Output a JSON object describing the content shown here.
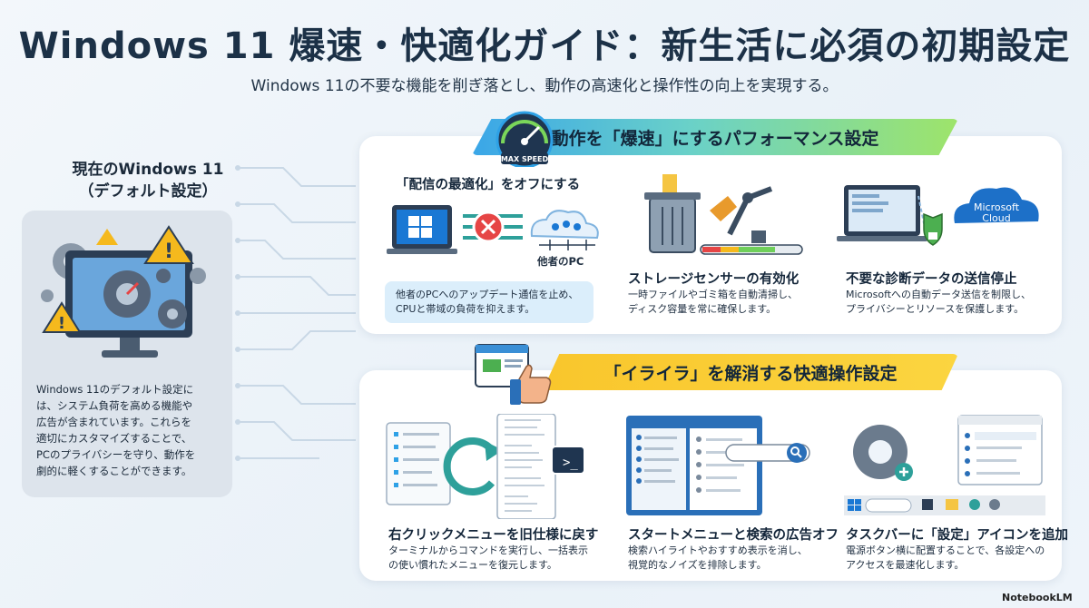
{
  "header": {
    "title": "Windows 11 爆速・快適化ガイド：新生活に必須の初期設定",
    "subtitle": "Windows 11の不要な機能を削ぎ落とし、動作の高速化と操作性の向上を実現する。"
  },
  "left": {
    "heading_line1": "現在のWindows 11",
    "heading_line2": "（デフォルト設定）",
    "desc_lines": [
      "Windows 11のデフォルト設定に",
      "は、システム負荷を高める機能や",
      "広告が含まれています。これらを",
      "適切にカスタマイズすることで、",
      "PCのプライバシーを守り、動作を",
      "劇的に軽くすることができます。"
    ]
  },
  "performance": {
    "banner": "動作を「爆速」にするパフォーマンス設定",
    "gauge_label": "MAX SPEED",
    "items": [
      {
        "title": "「配信の最適化」をオフにする",
        "other_pc_label": "他者のPC",
        "desc_lines": [
          "他者のPCへのアップデート通信を止め、",
          "CPUと帯域の負荷を抑えます。"
        ]
      },
      {
        "title": "ストレージセンサーの有効化",
        "desc_lines": [
          "一時ファイルやゴミ箱を自動清掃し、",
          "ディスク容量を常に確保します。"
        ]
      },
      {
        "title": "不要な診断データの送信停止",
        "cloud_line1": "Microsoft",
        "cloud_line2": "Cloud",
        "desc_lines": [
          "Microsoftへの自動データ送信を制限し、",
          "プライバシーとリソースを保護します。"
        ]
      }
    ]
  },
  "comfort": {
    "banner": "「イライラ」を解消する快適操作設定",
    "items": [
      {
        "title": "右クリックメニューを旧仕様に戻す",
        "desc_lines": [
          "ターミナルからコマンドを実行し、一括表示",
          "の使い慣れたメニューを復元します。"
        ]
      },
      {
        "title": "スタートメニューと検索の広告オフ",
        "desc_lines": [
          "検索ハイライトやおすすめ表示を消し、",
          "視覚的なノイズを排除します。"
        ]
      },
      {
        "title": "タスクバーに「設定」アイコンを追加",
        "desc_lines": [
          "電源ボタン横に配置することで、各設定への",
          "アクセスを最速化します。"
        ]
      }
    ]
  },
  "footer": {
    "brand": "NotebookLM"
  },
  "colors": {
    "title": "#1c3147",
    "perf_banner_start": "#3aa6e8",
    "perf_banner_end": "#9ee46a",
    "comfort_banner": "#f9c62c",
    "windows_blue": "#1a78d4",
    "error_red": "#e64545"
  }
}
